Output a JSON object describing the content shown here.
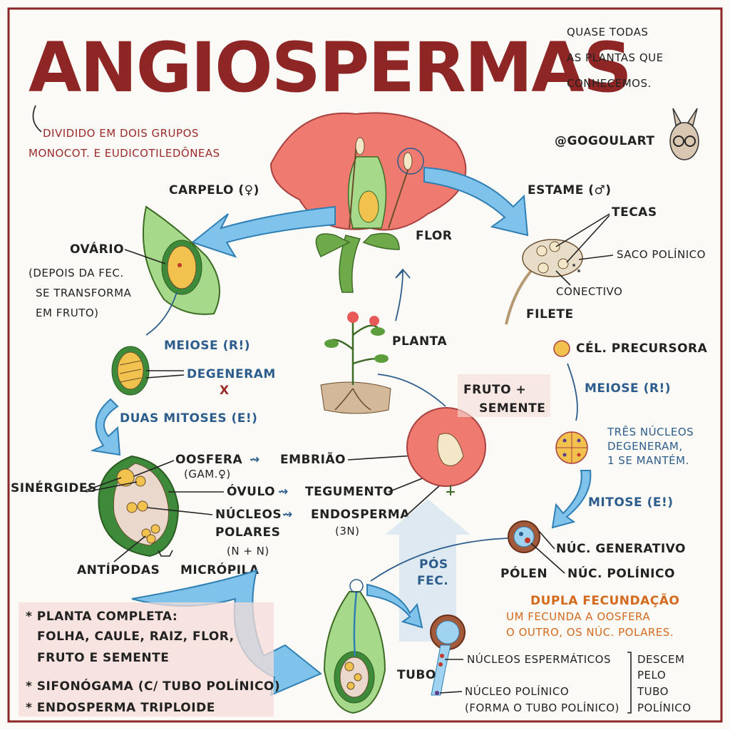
{
  "title": "ANGIOSPERMAS",
  "intro": {
    "note_right": [
      "QUASE TODAS",
      "AS PLANTAS QUE",
      "CONHECEMOS."
    ],
    "note_left": [
      "DIVIDIDO EM DOIS GRUPOS",
      "MONOCOT. E EUDICOTILEDÔNEAS"
    ],
    "author": "@GOGOULART"
  },
  "flower": {
    "flor": "FLOR",
    "carpelo": "CARPELO (♀)",
    "estame": "ESTAME (♂)"
  },
  "carpel": {
    "ovario": "OVÁRIO",
    "ovario_note": [
      "(DEPOIS DA FEC.",
      "SE TRANSFORMA",
      "EM FRUTO)"
    ],
    "meiose": "MEIOSE (R!)",
    "degeneram": "DEGENERAM",
    "x_mark": "X",
    "duas_mitoses": "DUAS MITOSES (E!)"
  },
  "ovule": {
    "oosfera": "OOSFERA",
    "oosfera_sub": "(GAM.♀)",
    "sinergides": "SINÉRGIDES",
    "ovulo": "ÓVULO",
    "nucleos": "NÚCLEOS",
    "polares": "POLARES",
    "n_n": "(N + N)",
    "antipodas": "ANTÍPODAS",
    "micropila": "MICRÓPILA",
    "embriao": "EMBRIÃO",
    "tegumento": "TEGUMENTO",
    "endosperma": "ENDOSPERMA",
    "endosperma_sub": "(3N)"
  },
  "stamen": {
    "tecas": "TECAS",
    "saco": "SACO POLÍNICO",
    "conectivo": "CONECTIVO",
    "filete": "FILETE",
    "cel_precursora": "CÉL. PRECURSORA",
    "meiose": "MEIOSE (R!)",
    "tres_nucleos": [
      "TRÊS NÚCLEOS",
      "DEGENERAM,",
      "1 SE MANTÉM."
    ],
    "mitose": "MITOSE (E!)",
    "nuc_generativo": "NÚC. GENERATIVO",
    "nuc_polinico": "NÚC. POLÍNICO",
    "polen": "PÓLEN"
  },
  "cycle": {
    "planta": "PLANTA",
    "fruto_semente": [
      "FRUTO +",
      "SEMENTE"
    ],
    "pos_fec": [
      "PÓS",
      "FEC."
    ]
  },
  "fecundacao": {
    "title": "DUPLA FECUNDAÇÃO",
    "text": [
      "UM FECUNDA A OOSFERA",
      "O OUTRO, OS NÚC. POLARES."
    ],
    "tubo": "TUBO",
    "nucleos_esp": "NÚCLEOS ESPERMÁTICOS",
    "nucleo_pol": "NÚCLEO POLÍNICO",
    "nucleo_pol_sub": "(FORMA O TUBO POLÍNICO)",
    "descem": [
      "DESCEM",
      "PELO",
      "TUBO",
      "POLÍNICO"
    ]
  },
  "notes": {
    "planta_completa": "* PLANTA COMPLETA:",
    "planta_completa_2": "FOLHA, CAULE, RAIZ, FLOR,",
    "planta_completa_3": "FRUTO E SEMENTE",
    "sifonogama": "* SIFONÓGAMA (C/ TUBO POLÍNICO)",
    "endosperma": "* ENDOSPERMA TRIPLOIDE"
  },
  "colors": {
    "title": "#8e2626",
    "petal": "#ef7b70",
    "green": "#8cc56b",
    "arrow": "#7fc3ea",
    "note_bg": "#f6dcd8"
  }
}
